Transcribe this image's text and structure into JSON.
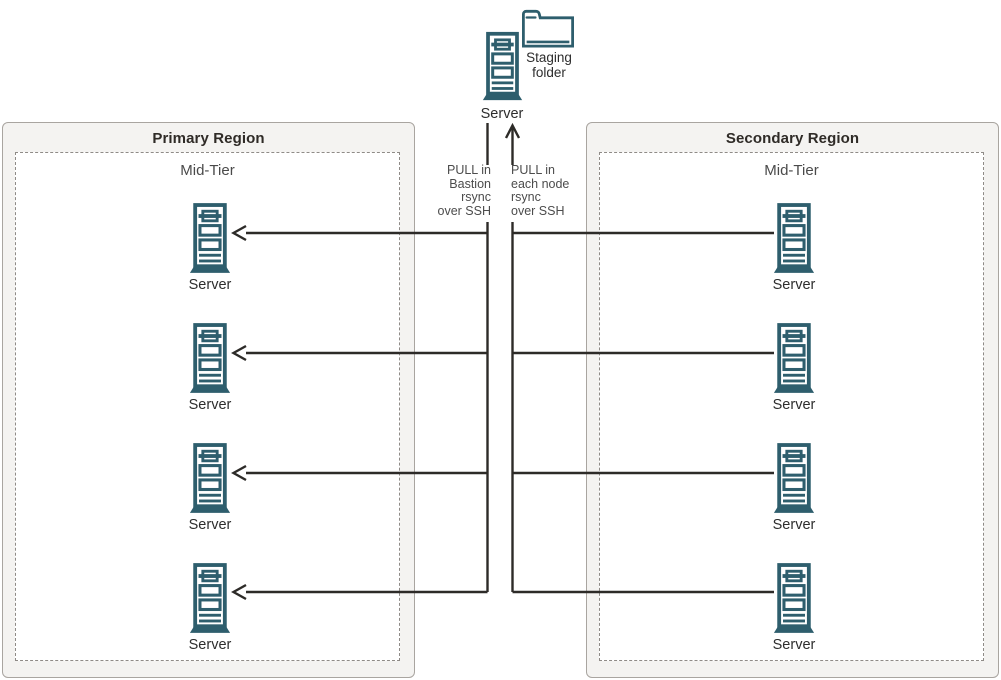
{
  "colors": {
    "server_icon_teal": "#2e5e6d",
    "connector_line": "#2d2b28",
    "region_fill": "#f4f3f1",
    "region_border": "#a9a5a0",
    "dashed_border": "#8f8b87"
  },
  "top_cluster": {
    "server_label": "Server",
    "staging_folder_label": "Staging\nfolder"
  },
  "flow_labels": {
    "bastion_pull": "PULL in\nBastion\nrsync\nover SSH",
    "node_pull": "PULL in\neach node\nrsync\nover SSH"
  },
  "primary_region": {
    "title": "Primary Region",
    "tier_label": "Mid-Tier",
    "servers": [
      {
        "label": "Server"
      },
      {
        "label": "Server"
      },
      {
        "label": "Server"
      },
      {
        "label": "Server"
      }
    ]
  },
  "secondary_region": {
    "title": "Secondary Region",
    "tier_label": "Mid-Tier",
    "servers": [
      {
        "label": "Server"
      },
      {
        "label": "Server"
      },
      {
        "label": "Server"
      },
      {
        "label": "Server"
      }
    ]
  }
}
